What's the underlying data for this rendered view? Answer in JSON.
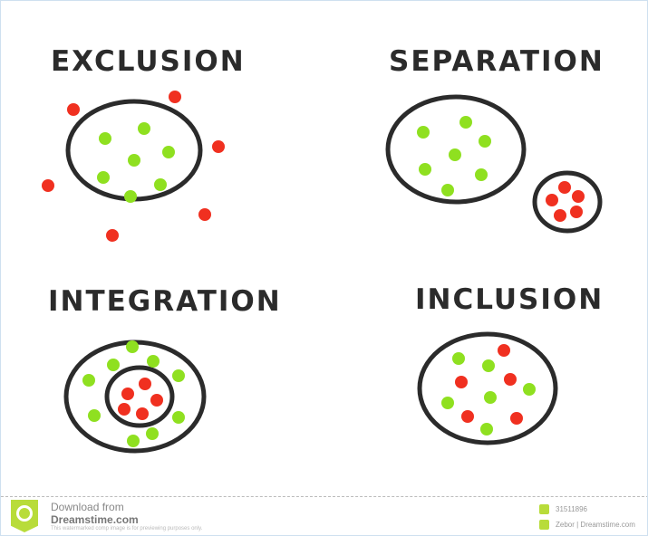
{
  "panels": [
    {
      "title": "EXCLUSION"
    },
    {
      "title": "SEPARATION"
    },
    {
      "title": "INTEGRATION"
    },
    {
      "title": "INCLUSION"
    }
  ],
  "colors": {
    "green": "#8fe020",
    "red": "#f03020",
    "stroke": "#2b2b2b",
    "brand": "#b8dc3a"
  },
  "footer": {
    "download_from": "Download from",
    "site": "Dreamstime.com",
    "disclaimer": "This watermarked comp image is for previewing purposes only.",
    "image_id": "31511896",
    "credit": "Zebor | Dreamstime.com"
  }
}
